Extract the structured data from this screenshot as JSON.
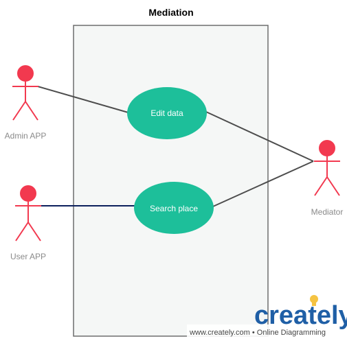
{
  "diagram": {
    "title": "Mediation",
    "colors": {
      "actor": "#f2394f",
      "usecase": "#1dbf9a",
      "boundary_fill": "#f5f7f6",
      "boundary_stroke": "#6d6d6d",
      "link": "#4d4d4d",
      "link_user": "#0b1f5c"
    },
    "actors": {
      "admin": "Admin APP",
      "user": "User APP",
      "mediator": "Mediator"
    },
    "usecases": {
      "edit": "Edit data",
      "search": "Search place"
    }
  },
  "watermark": {
    "brand": "creately",
    "caption": "www.creately.com • Online Diagramming",
    "brand_color": "#1f5fa6",
    "accent_color": "#f5c342",
    "icon": "lightbulb-icon"
  }
}
